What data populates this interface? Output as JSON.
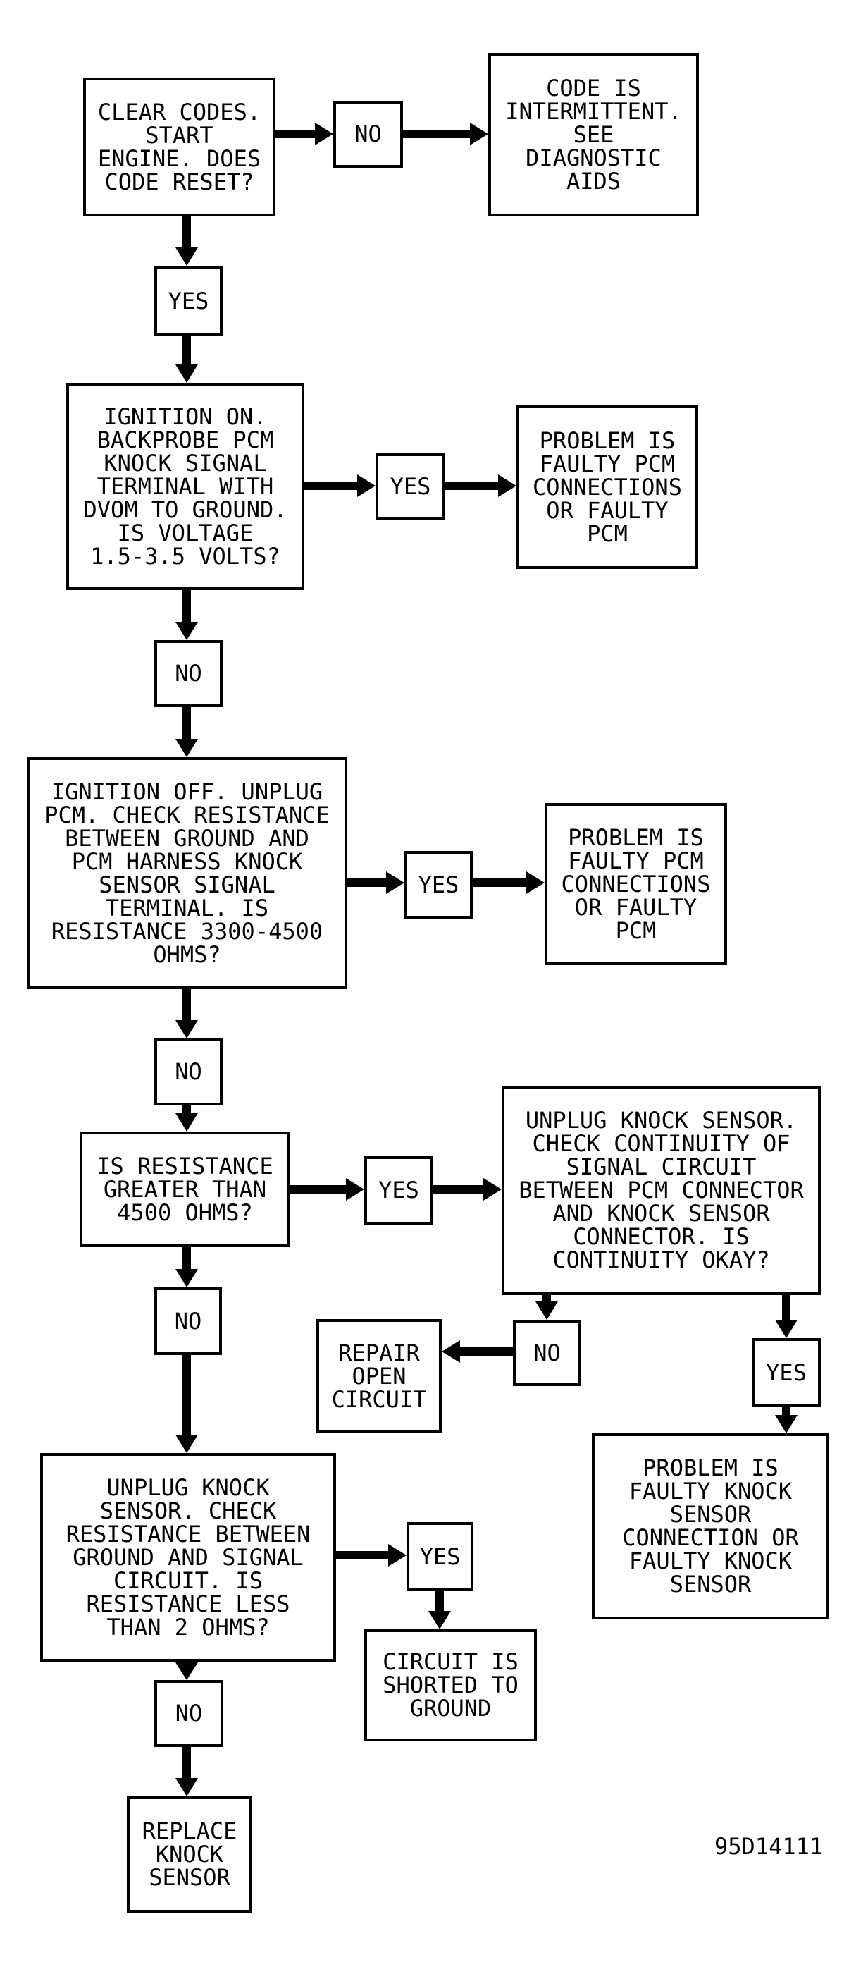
{
  "figure_code": "95D14111",
  "colors": {
    "line": "#000000",
    "background": "#ffffff",
    "text": "#000000"
  },
  "nodes": {
    "step1": {
      "text": "CLEAR CODES.\nSTART\nENGINE. DOES\nCODE RESET?"
    },
    "step1_no": {
      "text": "NO"
    },
    "intermittent": {
      "text": "CODE IS\nINTERMITTENT.\nSEE\nDIAGNOSTIC\nAIDS"
    },
    "step1_yes": {
      "text": "YES"
    },
    "step2": {
      "text": "IGNITION ON.\nBACKPROBE PCM\nKNOCK SIGNAL\nTERMINAL WITH\nDVOM TO GROUND.\nIS VOLTAGE\n1.5-3.5 VOLTS?"
    },
    "step2_yes": {
      "text": "YES"
    },
    "faulty_pcm_1": {
      "text": "PROBLEM IS\nFAULTY PCM\nCONNECTIONS\nOR FAULTY\nPCM"
    },
    "step2_no": {
      "text": "NO"
    },
    "step3": {
      "text": "IGNITION OFF. UNPLUG\nPCM. CHECK RESISTANCE\nBETWEEN GROUND AND\nPCM HARNESS KNOCK\nSENSOR SIGNAL\nTERMINAL. IS\nRESISTANCE 3300-4500\nOHMS?"
    },
    "step3_yes": {
      "text": "YES"
    },
    "faulty_pcm_2": {
      "text": "PROBLEM IS\nFAULTY PCM\nCONNECTIONS\nOR FAULTY\nPCM"
    },
    "step3_no": {
      "text": "NO"
    },
    "step4": {
      "text": "IS RESISTANCE\nGREATER THAN\n4500 OHMS?"
    },
    "step4_yes": {
      "text": "YES"
    },
    "continuity": {
      "text": "UNPLUG KNOCK SENSOR.\nCHECK CONTINUITY OF\nSIGNAL CIRCUIT\nBETWEEN PCM CONNECTOR\nAND KNOCK SENSOR\nCONNECTOR. IS\nCONTINUITY OKAY?"
    },
    "continuity_no": {
      "text": "NO"
    },
    "repair_open": {
      "text": "REPAIR\nOPEN\nCIRCUIT"
    },
    "continuity_yes": {
      "text": "YES"
    },
    "faulty_knock": {
      "text": "PROBLEM IS\nFAULTY KNOCK\nSENSOR\nCONNECTION OR\nFAULTY KNOCK\nSENSOR"
    },
    "step4_no": {
      "text": "NO"
    },
    "step5": {
      "text": "UNPLUG KNOCK\nSENSOR. CHECK\nRESISTANCE BETWEEN\nGROUND AND SIGNAL\nCIRCUIT. IS\nRESISTANCE LESS\nTHAN 2 OHMS?"
    },
    "step5_yes": {
      "text": "YES"
    },
    "shorted": {
      "text": "CIRCUIT IS\nSHORTED TO\nGROUND"
    },
    "step5_no": {
      "text": "NO"
    },
    "replace": {
      "text": "REPLACE\nKNOCK\nSENSOR"
    }
  }
}
